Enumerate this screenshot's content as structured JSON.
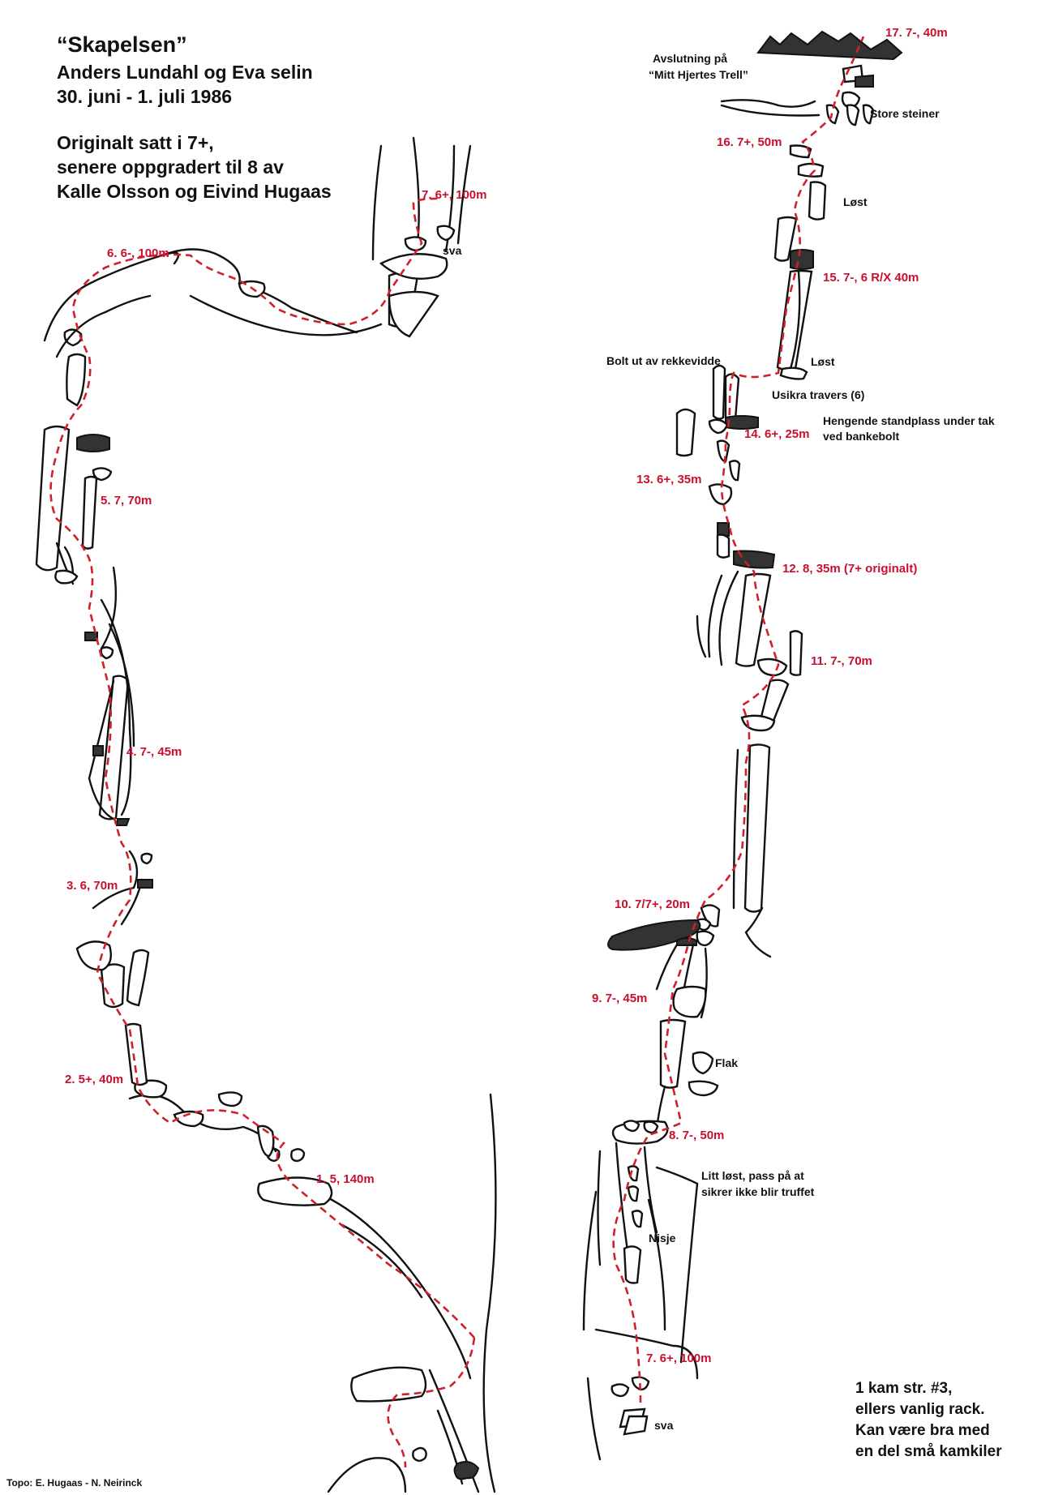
{
  "header": {
    "title": "“Skapelsen”",
    "authors": "Anders Lundahl og Eva selin",
    "dates": "30. juni - 1. juli 1986",
    "grade_1": "Originalt satt i 7+,",
    "grade_2": "senere oppgradert til 8 av",
    "grade_3": "Kalle Olsson og Eivind Hugaas"
  },
  "pitches": {
    "p1": "1.   5, 140m",
    "p2": "2. 5+, 40m",
    "p3": "3. 6, 70m",
    "p4": "4. 7-, 45m",
    "p5": "5. 7, 70m",
    "p6": "6. 6-, 100m",
    "p7_left": "7. 6+, 100m",
    "p7_right": "7. 6+, 100m",
    "p8": "8. 7-, 50m",
    "p9": "9. 7-, 45m",
    "p10": "10. 7/7+, 20m",
    "p11": "11. 7-, 70m",
    "p12": "12. 8, 35m (7+ originalt)",
    "p13": "13. 6+, 35m",
    "p14": "14. 6+, 25m",
    "p15": "15. 7-, 6 R/X 40m",
    "p16": "16. 7+, 50m",
    "p17": "17. 7-, 40m"
  },
  "notes": {
    "sva_left": "sva",
    "sva_right": "sva",
    "avslutning_1": "Avslutning på",
    "avslutning_2": "“Mitt Hjertes Trell”",
    "store_steiner": "Store steiner",
    "lost_upper": "Løst",
    "lost_lower": "Løst",
    "bolt": "Bolt ut av rekkevidde",
    "usikra": "Usikra travers (6)",
    "hengende_1": "Hengende standplass under tak",
    "hengende_2": "ved bankebolt",
    "flak": "Flak",
    "litt_1": "Litt løst, pass på at",
    "litt_2": "sikrer ikke blir truffet",
    "nisje": "Nisje"
  },
  "rack": {
    "line1": "1 kam str. #3,",
    "line2": "ellers vanlig rack.",
    "line3": "Kan være bra med",
    "line4": "en del små kamkiler"
  },
  "credit": "Topo: E. Hugaas - N. Neirinck",
  "colors": {
    "route": "#d0202a",
    "text_red": "#c8102e",
    "ink": "#111111"
  }
}
